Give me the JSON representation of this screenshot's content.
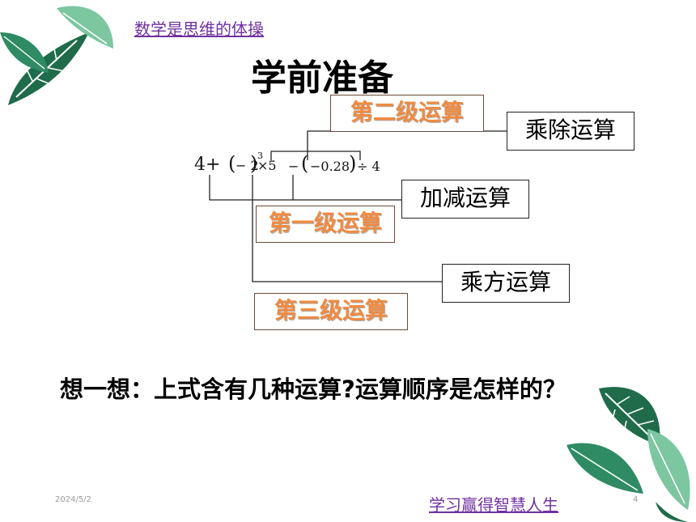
{
  "header": {
    "link_text": "数学是思维的体操",
    "title": "学前准备"
  },
  "levels": {
    "second": "第二级运算",
    "first": "第一级运算",
    "third": "第三级运算"
  },
  "operations": {
    "mul_div": "乘除运算",
    "add_sub": "加减运算",
    "power": "乘方运算"
  },
  "expression": {
    "four": "4",
    "plus": "+",
    "lparen1": "(",
    "neg2": "− 2",
    "rparen1": ")",
    "exp": "3",
    "times5": "×5",
    "minus": "−",
    "lparen2": "(",
    "neg028": "−0.28",
    "rparen2": ")",
    "div4": "÷ 4"
  },
  "question": "想一想：上式含有几种运算?运算顺序是怎样的？",
  "footer": {
    "date": "2024/5/2",
    "link_text": "学习赢得智慧人生",
    "page": "4"
  },
  "colors": {
    "link": "#7030a0",
    "level_text": "#f08a40",
    "leaf_dark": "#1f6b4a",
    "leaf_light": "#7cc6a0"
  }
}
